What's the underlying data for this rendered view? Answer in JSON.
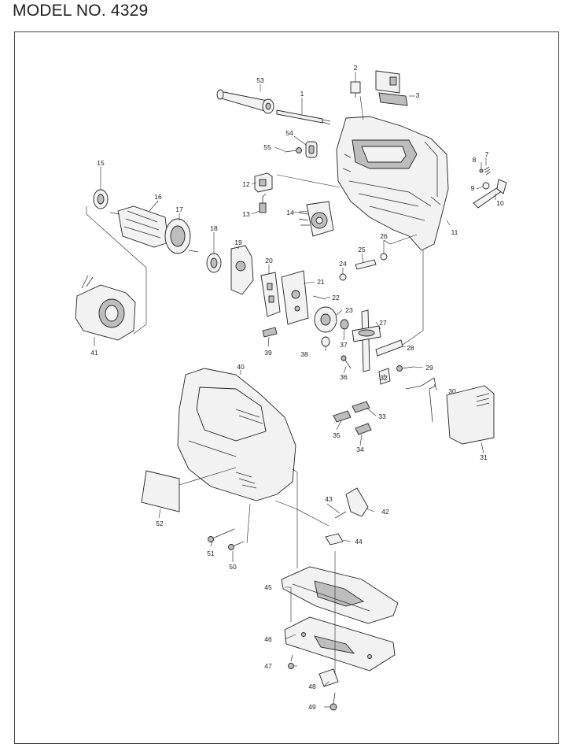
{
  "header": {
    "model_label": "MODEL NO. 4329"
  },
  "diagram": {
    "part_labels": [
      "1",
      "2",
      "3",
      "7",
      "8",
      "9",
      "10",
      "11",
      "12",
      "13",
      "14",
      "15",
      "16",
      "17",
      "18",
      "19",
      "20",
      "21",
      "22",
      "23",
      "24",
      "25",
      "26",
      "27",
      "28",
      "29",
      "30",
      "31",
      "32",
      "33",
      "34",
      "35",
      "36",
      "37",
      "38",
      "39",
      "40",
      "41",
      "42",
      "43",
      "44",
      "45",
      "46",
      "47",
      "48",
      "49",
      "50",
      "51",
      "52",
      "53",
      "54",
      "55"
    ]
  }
}
